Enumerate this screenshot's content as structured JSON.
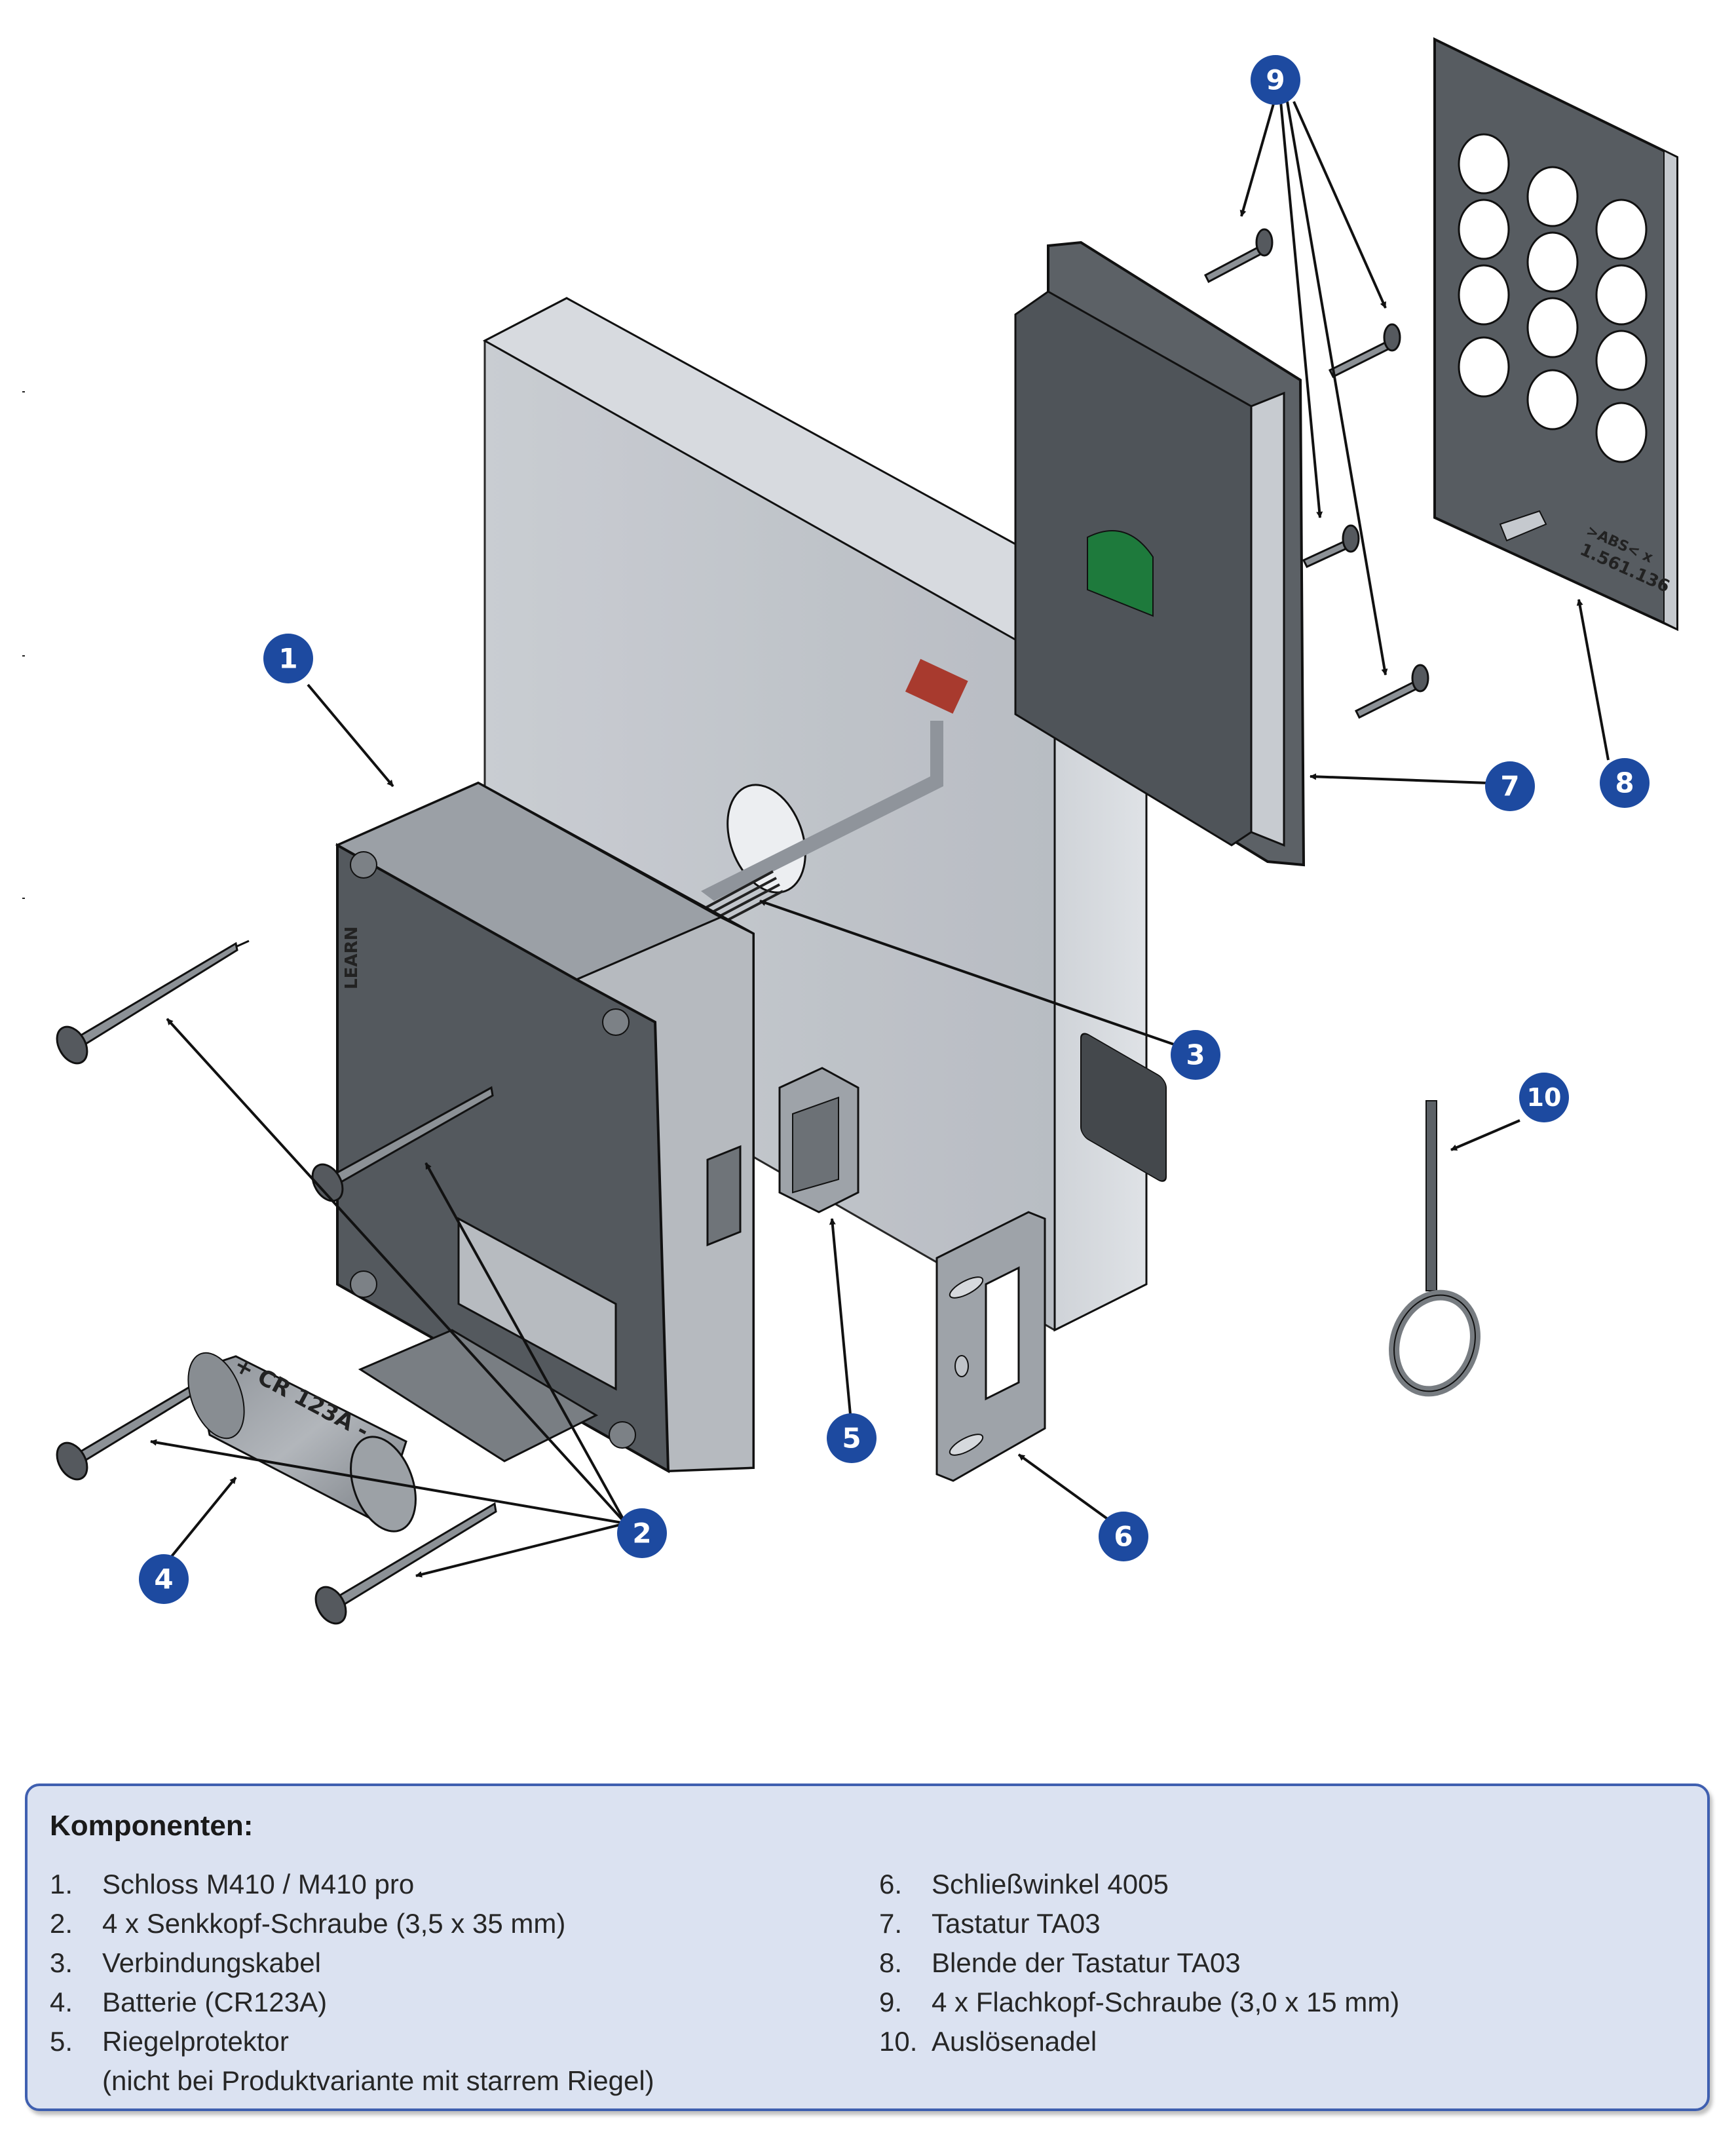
{
  "colors": {
    "callout_fill": "#1d4aa0",
    "legend_bg": "#dbe2f1",
    "legend_border": "#3f5fb0",
    "part_dark": "#5a5f63",
    "part_light": "#c9cdd3",
    "door_panel": "#b8bcc3",
    "connector_red": "#a83a2e",
    "fingerprint_green": "#1e7a3c"
  },
  "diagram": {
    "callouts": [
      {
        "number": "1",
        "part": "lock"
      },
      {
        "number": "2",
        "part": "countersunk-screws"
      },
      {
        "number": "3",
        "part": "connection-cable"
      },
      {
        "number": "4",
        "part": "battery"
      },
      {
        "number": "5",
        "part": "bolt-protector"
      },
      {
        "number": "6",
        "part": "strike-plate"
      },
      {
        "number": "7",
        "part": "keypad"
      },
      {
        "number": "8",
        "part": "keypad-cover"
      },
      {
        "number": "9",
        "part": "flat-head-screws"
      },
      {
        "number": "10",
        "part": "release-needle"
      }
    ],
    "battery_label": "+ CR 123A -",
    "lock_learn_label": "LEARN",
    "cover_code": "1.561.136",
    "cover_mark": ">ABS< x"
  },
  "legend": {
    "title": "Komponenten:",
    "items": [
      {
        "num": "1.",
        "label": "Schloss M410 / M410 pro"
      },
      {
        "num": "2.",
        "label": "4 x Senkkopf-Schraube (3,5 x 35 mm)"
      },
      {
        "num": "3.",
        "label": "Verbindungskabel"
      },
      {
        "num": "4.",
        "label": "Batterie (CR123A)"
      },
      {
        "num": "5.",
        "label": "Riegelprotektor",
        "note": "(nicht bei Produktvariante mit starrem Riegel)"
      },
      {
        "num": "6.",
        "label": "Schließwinkel 4005"
      },
      {
        "num": "7.",
        "label": "Tastatur TA03"
      },
      {
        "num": "8.",
        "label": "Blende der Tastatur TA03"
      },
      {
        "num": "9.",
        "label": "4 x Flachkopf-Schraube (3,0 x 15 mm)"
      },
      {
        "num": "10.",
        "label": "Auslösenadel"
      }
    ]
  }
}
